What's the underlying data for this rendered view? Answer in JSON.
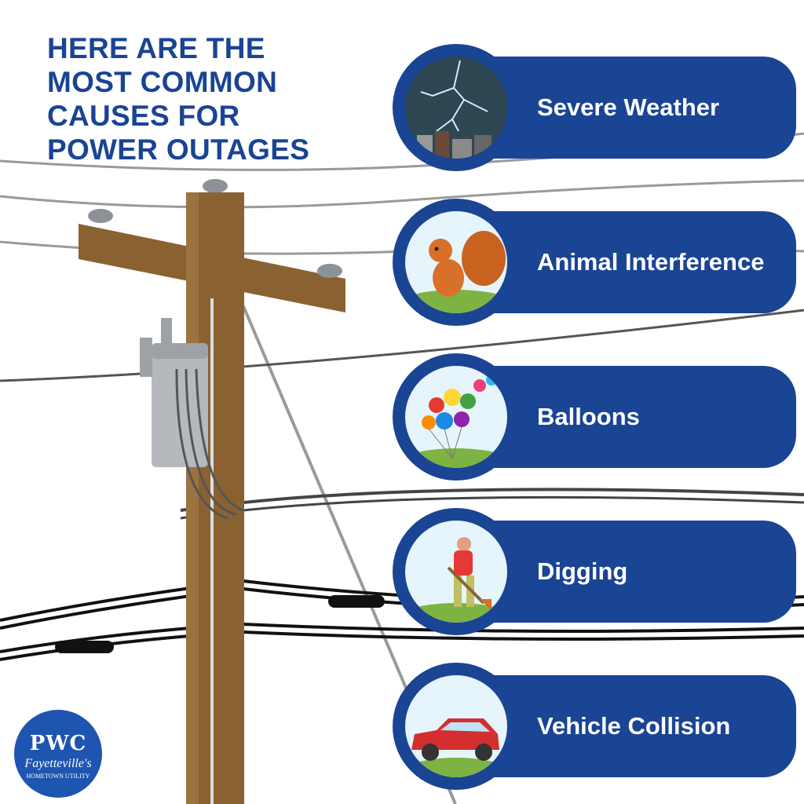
{
  "title": {
    "lines": [
      "HERE ARE THE",
      "MOST COMMON",
      "CAUSES FOR",
      "POWER OUTAGES"
    ]
  },
  "causes": [
    {
      "label": "Severe Weather",
      "icon": "lightning-storm-icon"
    },
    {
      "label": "Animal Interference",
      "icon": "squirrel-icon"
    },
    {
      "label": "Balloons",
      "icon": "balloons-icon"
    },
    {
      "label": "Digging",
      "icon": "person-digging-icon"
    },
    {
      "label": "Vehicle Collision",
      "icon": "car-icon"
    }
  ],
  "logo": {
    "brand": "PWC",
    "tagline": "Fayetteville's",
    "subtitle": "HOMETOWN UTILITY"
  },
  "colors": {
    "brand_blue": "#1a4494",
    "pole_brown": "#8a6232"
  }
}
